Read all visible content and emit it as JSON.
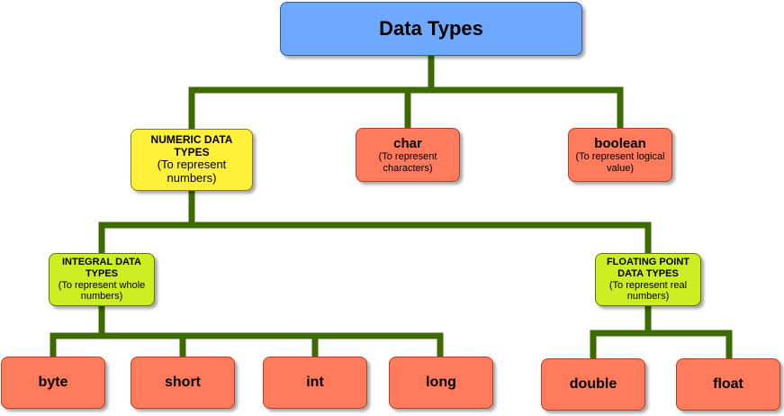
{
  "root": {
    "title": "Data Types"
  },
  "numeric": {
    "title": "NUMERIC DATA TYPES",
    "desc": "(To represent numbers)"
  },
  "char": {
    "title": "char",
    "desc": "(To represent characters)"
  },
  "boolean": {
    "title": "boolean",
    "desc": "(To represent logical value)"
  },
  "integral": {
    "title": "INTEGRAL DATA TYPES",
    "desc": "(To represent whole numbers)"
  },
  "floating": {
    "title": "FLOATING POINT DATA TYPES",
    "desc": "(To represent real numbers)"
  },
  "leaves": {
    "byte": "byte",
    "short": "short",
    "int": "int",
    "long": "long",
    "double": "double",
    "float": "float"
  },
  "colors": {
    "connector": "#3d6b00",
    "root": "#6fa8ff",
    "numeric": "#fff03a",
    "subcategory": "#ccee22",
    "leaf": "#ff7b5c"
  }
}
